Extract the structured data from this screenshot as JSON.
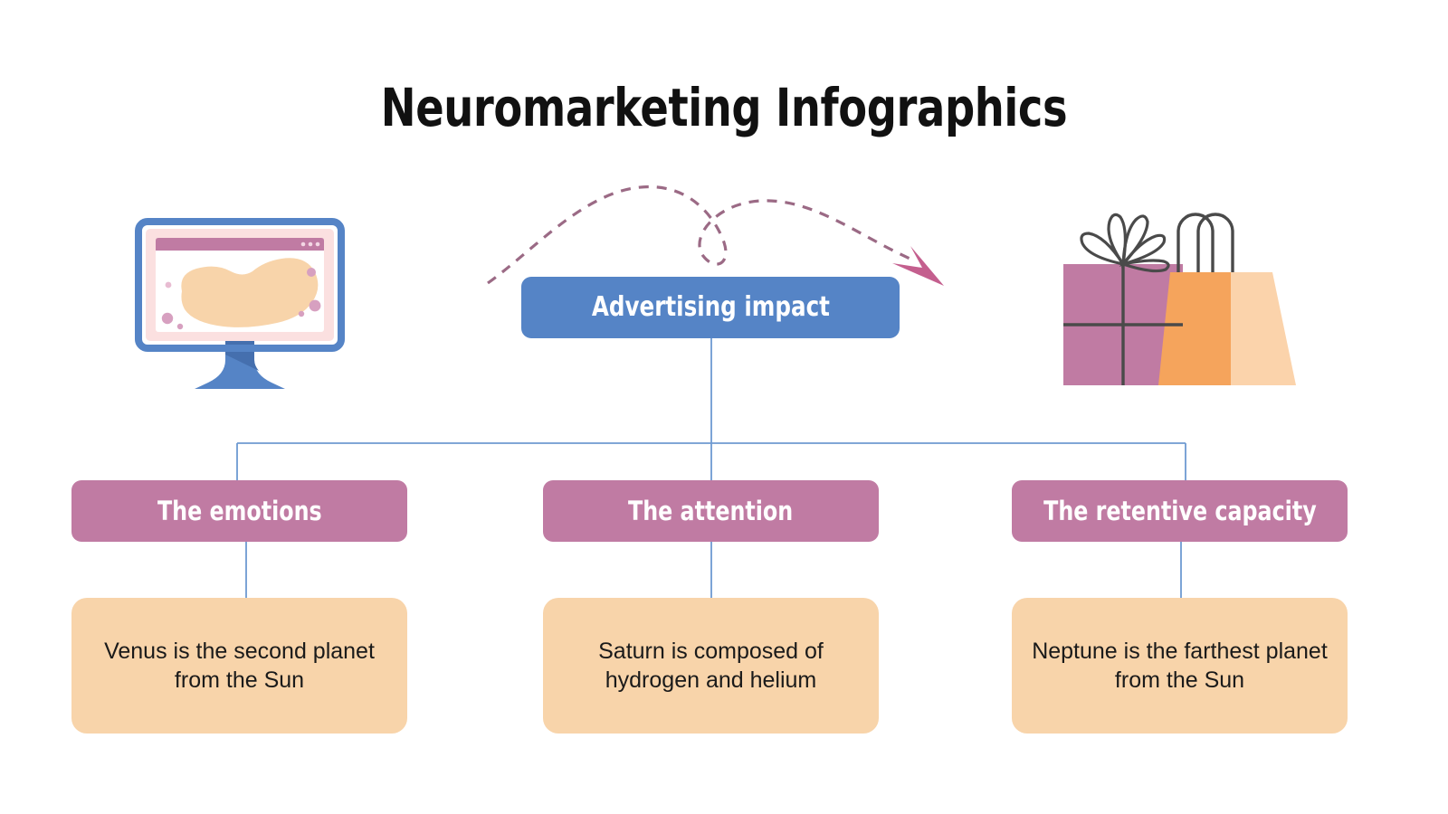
{
  "page": {
    "title": "Neuromarketing Infographics",
    "background": "#ffffff"
  },
  "colors": {
    "title_text": "#111111",
    "primary_blue": "#5584c6",
    "category_mauve": "#c07ba3",
    "body_peach": "#f8d4aa",
    "connector_line": "#5584c6",
    "dashed_arrow": "#9b6a85",
    "arrow_head": "#c45f8e",
    "gift_box": "#c07ba3",
    "bag_orange": "#f5a45c",
    "bag_side": "#fbd3ab",
    "screen_pink": "#fbe0e0",
    "blob_orange": "#f8d4aa",
    "outline_dark": "#4a4a4a"
  },
  "root_node": {
    "label": "Advertising impact",
    "color": "#5584c6"
  },
  "categories": [
    {
      "label": "The emotions"
    },
    {
      "label": "The attention"
    },
    {
      "label": "The retentive capacity"
    }
  ],
  "descriptions": [
    {
      "text": "Venus is the second planet from the Sun"
    },
    {
      "text": "Saturn is composed of hydrogen and helium"
    },
    {
      "text": "Neptune is the farthest planet from the Sun"
    }
  ],
  "illustrations": {
    "left": {
      "name": "desktop-monitor-illustration",
      "parts": [
        "monitor-frame",
        "browser-title-bar",
        "window-dots",
        "content-blob",
        "accent-dots",
        "monitor-stand"
      ]
    },
    "right": {
      "name": "gift-and-shopping-bag-illustration",
      "parts": [
        "gift-box",
        "gift-ribbon",
        "gift-bow",
        "shopping-bag",
        "bag-handles",
        "bag-side-panel"
      ]
    },
    "arrow": {
      "name": "looping-dashed-arrow",
      "direction": "left-to-right-descending"
    }
  }
}
